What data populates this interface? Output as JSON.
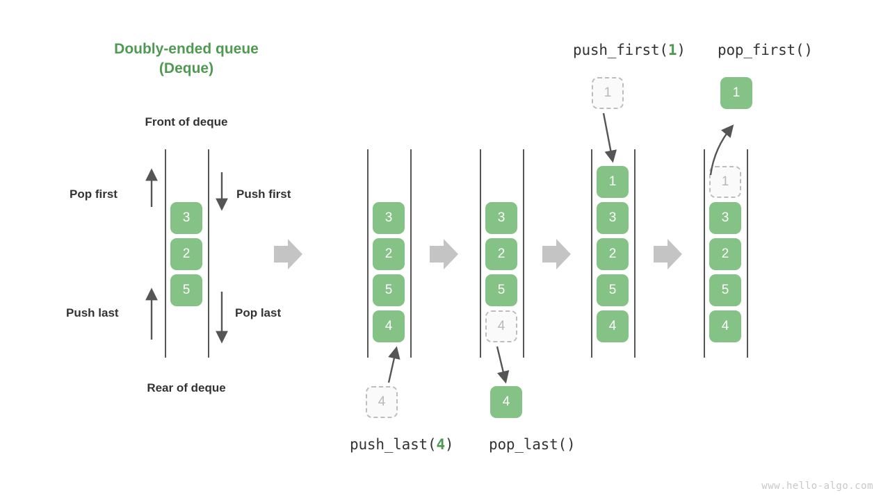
{
  "title": {
    "line1": "Doubly-ended queue",
    "line2": "(Deque)",
    "color": "#4e9a51"
  },
  "labels": {
    "front_of_deque": "Front of deque",
    "rear_of_deque": "Rear of deque",
    "pop_first": "Pop first",
    "push_first": "Push first",
    "push_last": "Push last",
    "pop_last": "Pop last"
  },
  "operations": {
    "push_first": {
      "name": "push_first(",
      "arg": "1",
      "close": ")"
    },
    "pop_first": {
      "name": "pop_first()"
    },
    "push_last": {
      "name": "push_last(",
      "arg": "4",
      "close": ")"
    },
    "pop_last": {
      "name": "pop_last()"
    }
  },
  "colors": {
    "node_fill": "#85c285",
    "node_text": "#ffffff",
    "ghost_fill": "#fafafa",
    "ghost_border": "#bdbdbd",
    "ghost_text": "#b8b8b8",
    "rail": "#555555",
    "arrow": "#555555",
    "step_arrow": "#c4c4c4",
    "accent": "#4e9a51",
    "text": "#333333",
    "watermark": "#c8c8c8"
  },
  "watermark": "www.hello-algo.com",
  "columns": [
    {
      "id": "overview",
      "nodes": [
        {
          "value": "3",
          "state": "solid"
        },
        {
          "value": "2",
          "state": "solid"
        },
        {
          "value": "5",
          "state": "solid"
        }
      ]
    },
    {
      "id": "push-last-result",
      "nodes": [
        {
          "value": "3",
          "state": "solid"
        },
        {
          "value": "2",
          "state": "solid"
        },
        {
          "value": "5",
          "state": "solid"
        },
        {
          "value": "4",
          "state": "solid"
        }
      ],
      "external": {
        "value": "4",
        "state": "ghost",
        "position": "bottom"
      }
    },
    {
      "id": "pop-last-result",
      "nodes": [
        {
          "value": "3",
          "state": "solid"
        },
        {
          "value": "2",
          "state": "solid"
        },
        {
          "value": "5",
          "state": "solid"
        },
        {
          "value": "4",
          "state": "ghost"
        }
      ],
      "external": {
        "value": "4",
        "state": "solid",
        "position": "bottom"
      }
    },
    {
      "id": "push-first-result",
      "nodes": [
        {
          "value": "1",
          "state": "solid"
        },
        {
          "value": "3",
          "state": "solid"
        },
        {
          "value": "2",
          "state": "solid"
        },
        {
          "value": "5",
          "state": "solid"
        },
        {
          "value": "4",
          "state": "solid"
        }
      ],
      "external": {
        "value": "1",
        "state": "ghost",
        "position": "top"
      }
    },
    {
      "id": "pop-first-result",
      "nodes": [
        {
          "value": "1",
          "state": "ghost"
        },
        {
          "value": "3",
          "state": "solid"
        },
        {
          "value": "2",
          "state": "solid"
        },
        {
          "value": "5",
          "state": "solid"
        },
        {
          "value": "4",
          "state": "solid"
        }
      ],
      "external": {
        "value": "1",
        "state": "solid",
        "position": "top"
      }
    }
  ]
}
